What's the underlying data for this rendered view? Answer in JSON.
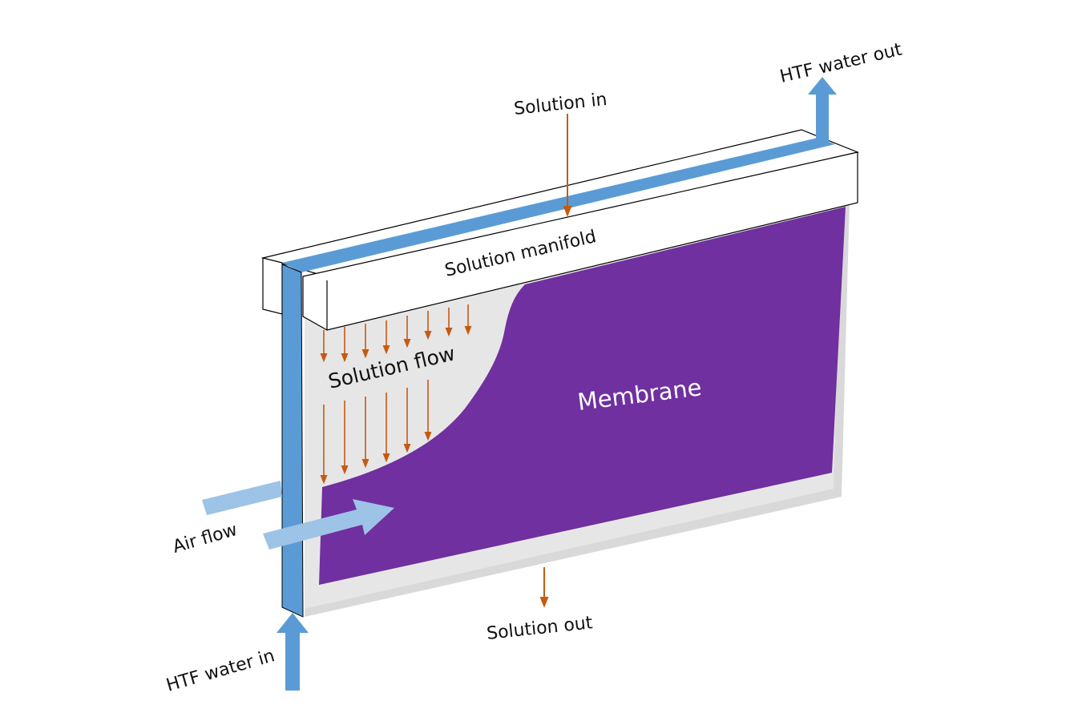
{
  "labels": {
    "solution_in": "Solution in",
    "htf_water_out": "HTF water out",
    "solution_manifold": "Solution manifold",
    "solution_flow": "Solution flow",
    "membrane": "Membrane",
    "air_flow": "Air flow",
    "solution_out": "Solution out",
    "htf_water_in": "HTF water in"
  },
  "colors": {
    "membrane": "#7030a0",
    "htf_water": "#5b9bd5",
    "htf_water_light": "#9dc3e6",
    "solution_arrow": "#c55a11",
    "frame": "#e7e6e6",
    "frame_shadow": "#d9d9d9",
    "manifold": "#ffffff",
    "outline": "#000000"
  }
}
